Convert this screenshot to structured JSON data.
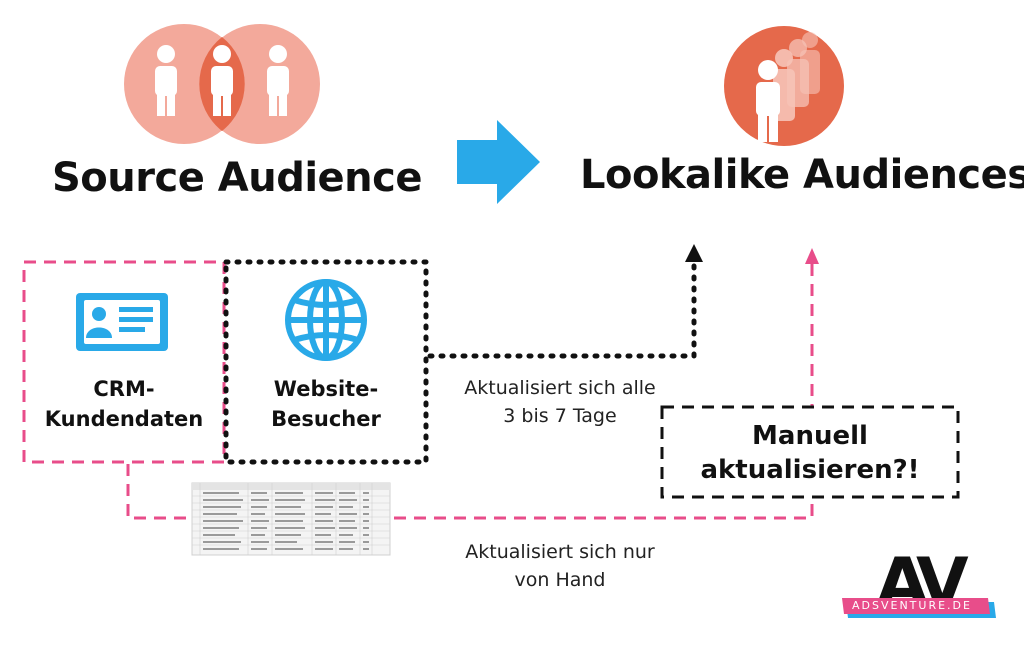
{
  "source": {
    "title": "Source Audience",
    "icon": "venn-people-icon"
  },
  "lookalike": {
    "title": "Lookalike Audiences",
    "icon": "stacked-people-icon"
  },
  "arrow_icon": "right-arrow-icon",
  "crm": {
    "line1": "CRM-",
    "line2": "Kundendaten",
    "icon": "id-card-icon"
  },
  "website": {
    "line1": "Website-",
    "line2": "Besucher",
    "icon": "globe-icon"
  },
  "notes": {
    "auto_line1": "Aktualisiert sich alle",
    "auto_line2": "3 bis 7 Tage",
    "manual_line1": "Aktualisiert sich nur",
    "manual_line2": "von Hand"
  },
  "manual_box": {
    "line1": "Manuell",
    "line2": "aktualisieren?!"
  },
  "spreadsheet_icon": "spreadsheet-icon",
  "logo": {
    "mark": "AV",
    "banner": "ADSVENTURE.DE"
  },
  "colors": {
    "pink": "#e84d8a",
    "orange": "#e5694b",
    "salmon": "#f3a99b",
    "blue": "#29a9e8",
    "black": "#111111"
  }
}
